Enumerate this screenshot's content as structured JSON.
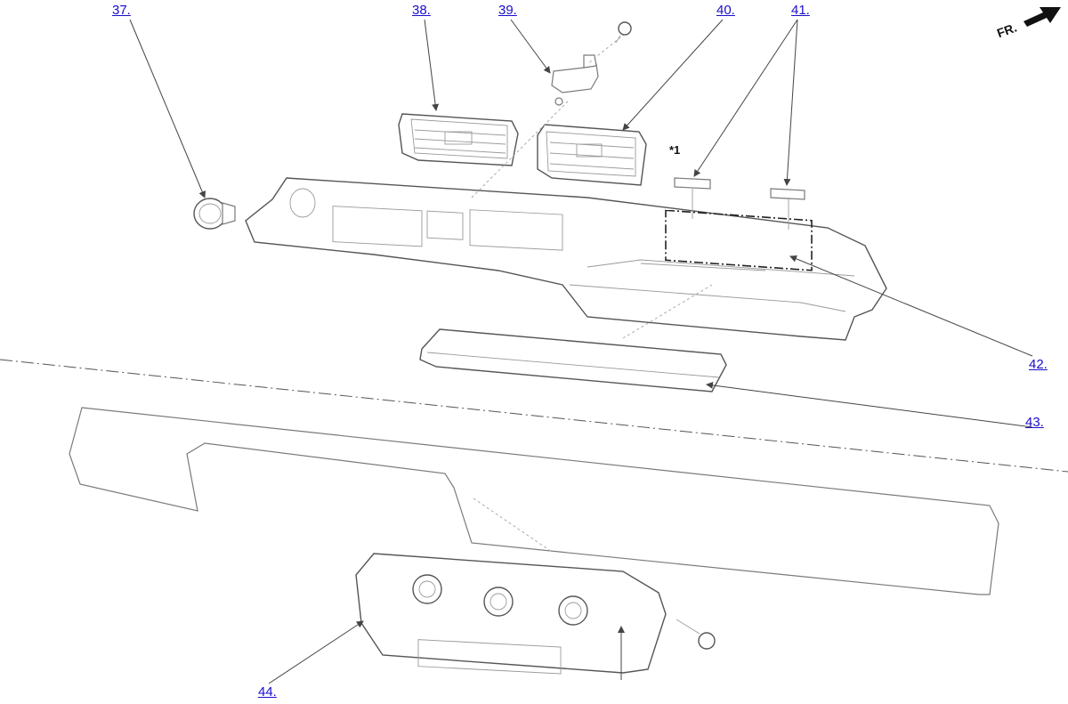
{
  "callouts": [
    {
      "id": "37",
      "label": "37."
    },
    {
      "id": "38",
      "label": "38."
    },
    {
      "id": "39",
      "label": "39."
    },
    {
      "id": "40",
      "label": "40."
    },
    {
      "id": "41",
      "label": "41."
    },
    {
      "id": "42",
      "label": "42."
    },
    {
      "id": "43",
      "label": "43."
    },
    {
      "id": "44",
      "label": "44."
    }
  ],
  "note_label": "*1",
  "direction_label": "FR."
}
